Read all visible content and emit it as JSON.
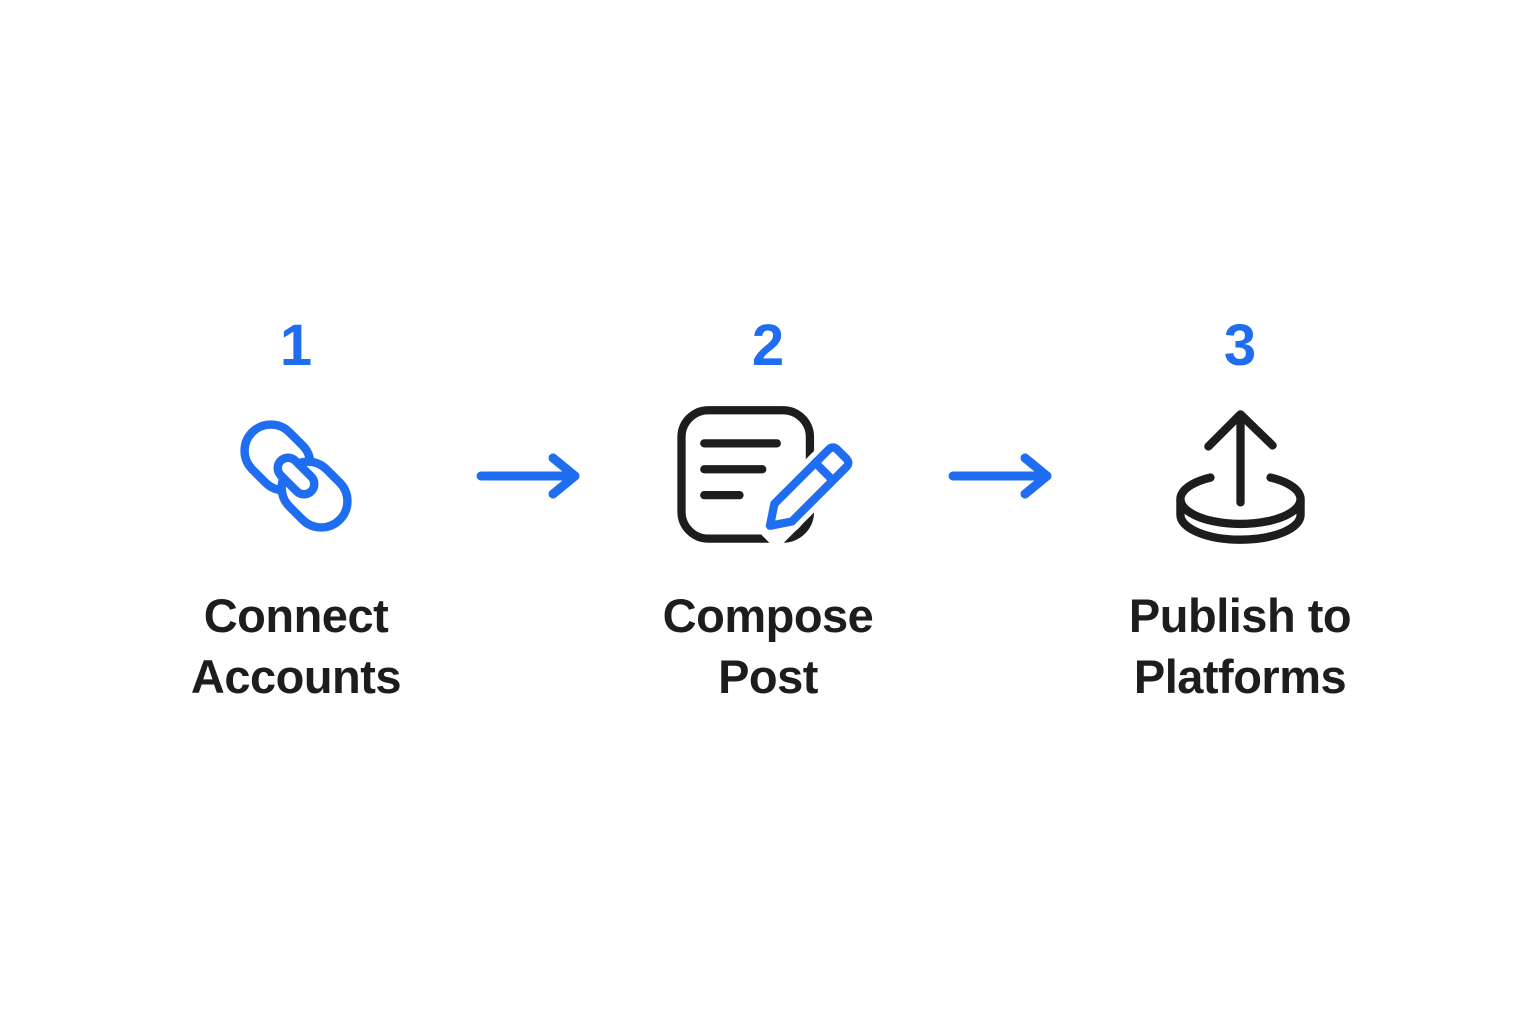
{
  "diagram": {
    "title": "",
    "type": "three-step horizontal flow",
    "colors": {
      "accent_blue": "#1f6ef2",
      "dark": "#1d1d1f",
      "background": "#ffffff"
    },
    "steps": [
      {
        "number": "1",
        "icon": "link-icon",
        "label_line1": "Connect",
        "label_line2": "Accounts"
      },
      {
        "number": "2",
        "icon": "compose-icon",
        "label_line1": "Compose",
        "label_line2": "Post"
      },
      {
        "number": "3",
        "icon": "publish-icon",
        "label_line1": "Publish to",
        "label_line2": "Platforms"
      }
    ],
    "connector": {
      "icon": "right-arrow-icon",
      "count": 2
    }
  }
}
